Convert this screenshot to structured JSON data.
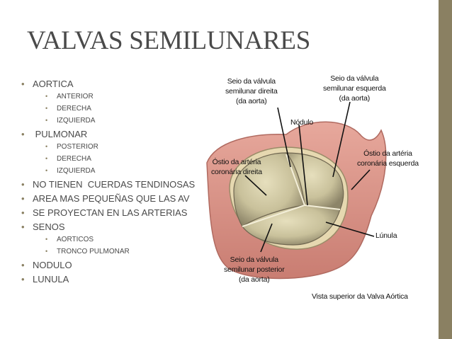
{
  "slide": {
    "title": "VALVAS SEMILUNARES",
    "bullets": [
      {
        "level": 1,
        "text": "AORTICA"
      },
      {
        "level": 2,
        "text": "ANTERIOR"
      },
      {
        "level": 2,
        "text": "DERECHA"
      },
      {
        "level": 2,
        "text": "IZQUIERDA"
      },
      {
        "level": 1,
        "text": " PULMONAR"
      },
      {
        "level": 2,
        "text": "POSTERIOR"
      },
      {
        "level": 2,
        "text": "DERECHA"
      },
      {
        "level": 2,
        "text": "IZQUIERDA"
      },
      {
        "level": 1,
        "text": "NO TIENEN  CUERDAS TENDINOSAS"
      },
      {
        "level": 1,
        "text": "AREA MAS PEQUEÑAS QUE LAS AV"
      },
      {
        "level": 1,
        "text": "SE PROYECTAN EN LAS ARTERIAS"
      },
      {
        "level": 1,
        "text": "SENOS"
      },
      {
        "level": 2,
        "text": "AORTICOS"
      },
      {
        "level": 2,
        "text": "TRONCO PULMONAR"
      },
      {
        "level": 1,
        "text": "NODULO"
      },
      {
        "level": 1,
        "text": "LUNULA"
      }
    ]
  },
  "figure": {
    "labels": {
      "seio_direita": "Seio da válvula\nsemilunar direita\n(da aorta)",
      "seio_esquerda": "Seio da válvula\nsemilunar esquerda\n(da aorta)",
      "nodulo": "Nódulo",
      "ostio_direita": "Óstio da artéria\ncoronária direita",
      "ostio_esquerda": "Óstio da artéria\ncoronária esquerda",
      "lunula": "Lúnula",
      "seio_posterior": "Seio da válvula\nsemilunar posterior\n(da aorta)"
    },
    "caption": "Vista superior da Valva Aórtica"
  },
  "colors": {
    "accent_bar": "#8a8062",
    "text": "#4a4a4a",
    "aortic_wall": "#d8968c",
    "valve_cusp": "#cfc8a2"
  },
  "icons": [
    "bullet-dot-icon"
  ]
}
